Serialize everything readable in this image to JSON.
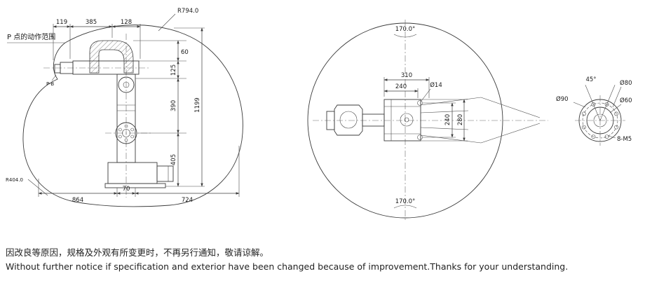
{
  "drawing": {
    "side_view": {
      "label_envelope": "P 点的动作范围",
      "label_point": "P-B",
      "radius_outer": "R794.0",
      "radius_inner": "R404.0",
      "dim_width_1": "119",
      "dim_width_2": "385",
      "dim_width_3": "128",
      "dim_height_1": "60",
      "dim_height_2": "125",
      "dim_height_3": "390",
      "dim_height_4": "405",
      "dim_height_total": "1199",
      "dim_base_1": "864",
      "dim_base_2": "70",
      "dim_base_3": "724"
    },
    "top_view": {
      "angle_upper": "170.0°",
      "angle_lower": "170.0°",
      "dim_width_1": "310",
      "dim_width_2": "240",
      "dia_hole": "Ø14",
      "dim_height_1": "240",
      "dim_height_2": "280"
    },
    "flange_view": {
      "angle": "45°",
      "dia_outer": "Ø90",
      "dia_bolt": "Ø80",
      "dia_inner": "Ø60",
      "holes": "8-M5"
    },
    "notes": {
      "line_cn": "因改良等原因，规格及外观有所变更时，不再另行通知，敬请谅解。",
      "line_en": "Without further notice if specification and exterior have been changed because of improvement.Thanks for your understanding."
    }
  }
}
